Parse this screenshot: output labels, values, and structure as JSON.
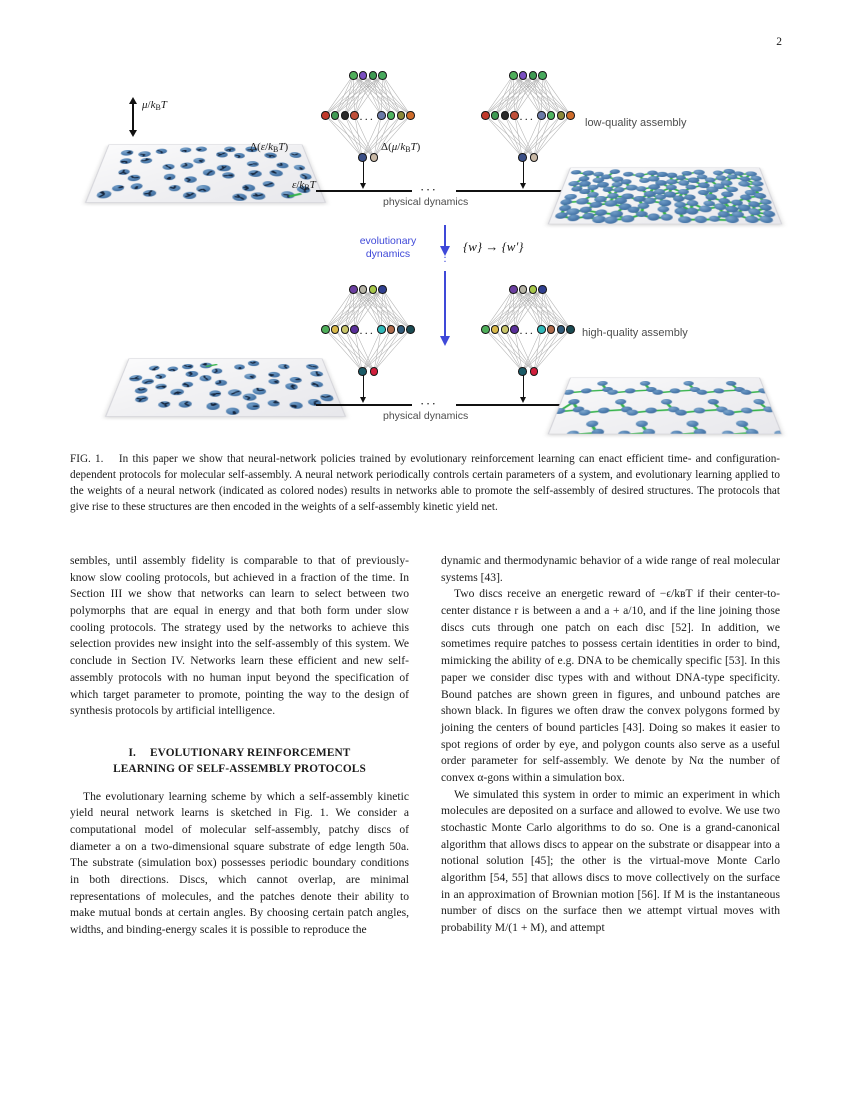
{
  "page": {
    "number": "2"
  },
  "figure": {
    "labels": {
      "mu_over_kbt": "μ/kʙT",
      "eps_over_kbt": "ϵ/kʙT",
      "delta_eps": "Δ(ϵ/kʙT)",
      "delta_mu": "Δ(μ/kʙT)",
      "physical_dynamics_top": "physical dynamics",
      "physical_dynamics_bottom": "physical dynamics",
      "evolutionary_dynamics": "evolutionary\ndynamics",
      "weights_map": "{w} → {w′}",
      "low_quality": "low-quality assembly",
      "high_quality": "high-quality assembly",
      "ellipsis": "···"
    },
    "colors": {
      "evolutionary_blue": "#3f49d8",
      "disc_blue": "#4a79ab",
      "bond_green": "#34b34a",
      "patch_black": "#13233a"
    },
    "top_network_nodes": {
      "input_row": [
        "#4fae5a",
        "#7b4fc0",
        "#3f9a52",
        "#47a85c"
      ],
      "hidden_row_left": [
        "#c0392b",
        "#3f9a52",
        "#2b2b2b",
        "#c0503a"
      ],
      "hidden_row_right": [
        "#6b7aa8",
        "#4fb562",
        "#8a8a3a",
        "#cf6b2a"
      ],
      "output_row": [
        "#3b4f86",
        "#c9b9a6"
      ]
    },
    "bottom_network_nodes": {
      "input_row": [
        "#6b3fa0",
        "#b9b6a8",
        "#a8c84a",
        "#2f3f8f"
      ],
      "hidden_row_left": [
        "#4fae5a",
        "#d8b84a",
        "#c9c56a",
        "#5a2f9a"
      ],
      "hidden_row_right": [
        "#2fb8b8",
        "#b06a4a",
        "#2f5a7a",
        "#1a4a52"
      ],
      "output_row": [
        "#1a5a66",
        "#d01f3c"
      ]
    }
  },
  "caption": {
    "label": "FIG. 1.",
    "text": "In this paper we show that neural-network policies trained by evolutionary reinforcement learning can enact efficient time- and configuration-dependent protocols for molecular self-assembly. A neural network periodically controls certain parameters of a system, and evolutionary learning applied to the weights of a neural network (indicated as colored nodes) results in networks able to promote the self-assembly of desired structures. The protocols that give rise to these structures are then encoded in the weights of a self-assembly kinetic yield net."
  },
  "body": {
    "left_column": {
      "paragraph_continued": "sembles, until assembly fidelity is comparable to that of previously-know slow cooling protocols, but achieved in a fraction of the time. In Section III we show that networks can learn to select between two polymorphs that are equal in energy and that both form under slow cooling protocols. The strategy used by the networks to achieve this selection provides new insight into the self-assembly of this system. We conclude in Section IV. Networks learn these efficient and new self-assembly protocols with no human input beyond the specification of which target parameter to promote, pointing the way to the design of synthesis protocols by artificial intelligence.",
      "section_number": "I.",
      "section_title_line1": "EVOLUTIONARY REINFORCEMENT",
      "section_title_line2": "LEARNING OF SELF-ASSEMBLY PROTOCOLS",
      "paragraph_after_heading": "The evolutionary learning scheme by which a self-assembly kinetic yield neural network learns is sketched in Fig. 1. We consider a computational model of molecular self-assembly, patchy discs of diameter a on a two-dimensional square substrate of edge length 50a. The substrate (simulation box) possesses periodic boundary conditions in both directions. Discs, which cannot overlap, are minimal representations of molecules, and the patches denote their ability to make mutual bonds at certain angles. By choosing certain patch angles, widths, and binding-energy scales it is possible to reproduce the"
    },
    "right_column": {
      "paragraph_continued": "dynamic and thermodynamic behavior of a wide range of real molecular systems [43].",
      "paragraph_two": "Two discs receive an energetic reward of −ϵ/kʙT if their center-to-center distance r is between a and a + a/10, and if the line joining those discs cuts through one patch on each disc [52]. In addition, we sometimes require patches to possess certain identities in order to bind, mimicking the ability of e.g. DNA to be chemically specific [53]. In this paper we consider disc types with and without DNA-type specificity. Bound patches are shown green in figures, and unbound patches are shown black. In figures we often draw the convex polygons formed by joining the centers of bound particles [43]. Doing so makes it easier to spot regions of order by eye, and polygon counts also serve as a useful order parameter for self-assembly. We denote by Nα the number of convex α-gons within a simulation box.",
      "paragraph_three": "We simulated this system in order to mimic an experiment in which molecules are deposited on a surface and allowed to evolve. We use two stochastic Monte Carlo algorithms to do so. One is a grand-canonical algorithm that allows discs to appear on the substrate or disappear into a notional solution [45]; the other is the virtual-move Monte Carlo algorithm [54, 55] that allows discs to move collectively on the surface in an approximation of Brownian motion [56]. If M is the instantaneous number of discs on the surface then we attempt virtual moves with probability M/(1 + M), and attempt"
    }
  }
}
